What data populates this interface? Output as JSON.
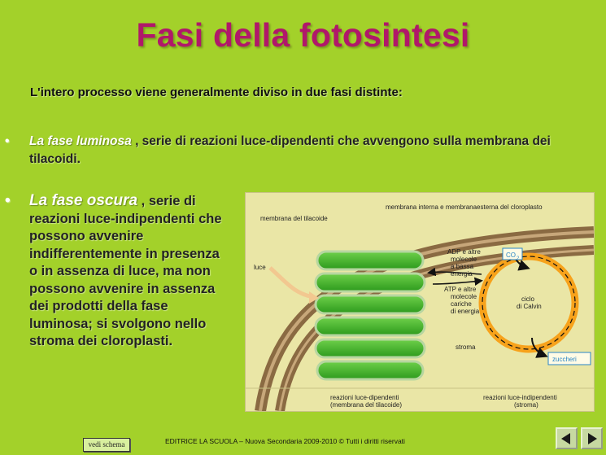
{
  "title": "Fasi della fotosintesi",
  "intro": "L'intero processo viene generalmente diviso in due fasi distinte:",
  "bullets": [
    {
      "marker": "•",
      "italic": "La fase luminosa",
      "text": " , serie di reazioni luce-dipendenti che avvengono sulla membrana dei tilacoidi."
    },
    {
      "marker": "•",
      "italic": "La fase oscura",
      "text": " , serie di reazioni luce-indipendenti che possono avvenire indifferentemente in presenza o in assenza di luce, ma non possono avvenire in assenza dei prodotti della fase luminosa; si svolgono nello stroma dei cloroplasti."
    }
  ],
  "figure": {
    "label_outer_membrane": "membrana interna e membranaesterna del cloroplasto",
    "label_thylakoid": "membrana del tilacoide",
    "label_light": "luce",
    "label_adp_1": "ADP e altre",
    "label_adp_2": "molecole",
    "label_adp_3": "a bassa",
    "label_adp_4": "energia",
    "label_atp_1": "ATP e altre",
    "label_atp_2": "molecole",
    "label_atp_3": "cariche",
    "label_atp_4": "di energia",
    "label_co2": "CO",
    "label_co2_sub": "2",
    "label_calvin_1": "ciclo",
    "label_calvin_2": "di Calvin",
    "label_stroma": "stroma",
    "label_sugars": "zuccheri",
    "footer_left_1": "reazioni luce-dipendenti",
    "footer_left_2": "(membrana del tilacoide)",
    "footer_right_1": "reazioni luce-indipendenti",
    "footer_right_2": "(stroma)"
  },
  "footer": {
    "schema_button": "vedi schema",
    "credit": "EDITRICE  LA SCUOLA – Nuova Secondaria 2009-2010  © Tutti i diritti riservati"
  },
  "colors": {
    "background": "#a3d12a",
    "title": "#b0186a",
    "thylakoid": "#3fae28",
    "calvin_cycle": "#f7a21b"
  }
}
